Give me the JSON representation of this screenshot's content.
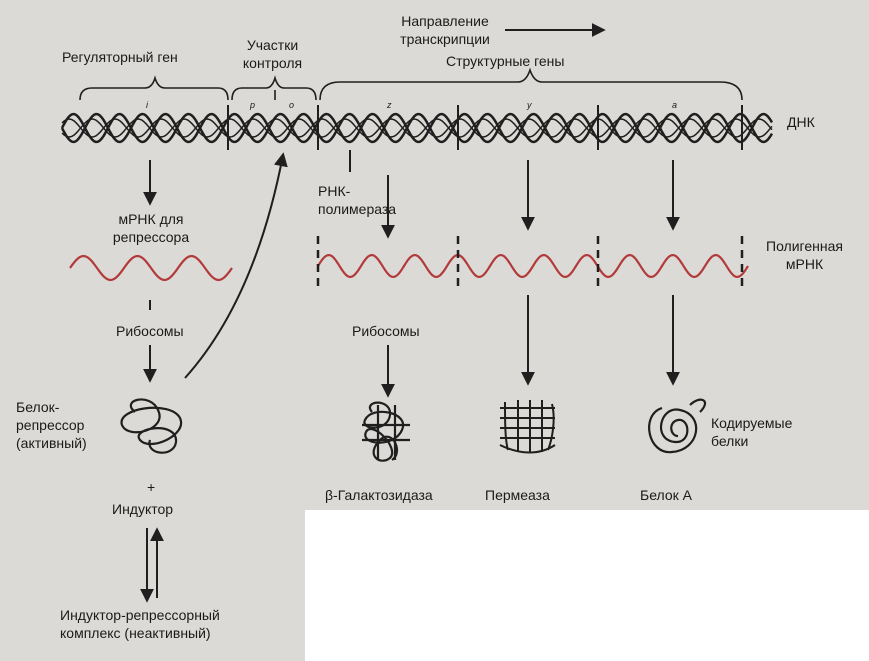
{
  "colors": {
    "background": "#dcdad6",
    "lower_area": "#ffffff",
    "line": "#1f1f1f",
    "mrna": "#b23a3a"
  },
  "labels": {
    "direction": "Направление транскрипции",
    "regulatory_gene": "Регуляторный ген",
    "control_sites": "Участки контроля",
    "structural_genes": "Структурные гены",
    "dna": "ДНК",
    "mrna_repressor": "мРНК для репрессора",
    "rna_polymerase": "РНК-полимераза",
    "polygenic_mrna": "Полигенная мРНК",
    "ribosomes_left": "Рибосомы",
    "ribosomes_mid": "Рибосомы",
    "repressor": "Белок-репрессор (активный)",
    "encoded_proteins": "Кодируемые белки",
    "beta_gal": "β-Галактозидаза",
    "permease": "Пермеаза",
    "protein_a": "Белок А",
    "plus": "+",
    "inducer": "Индуктор",
    "complex": "Индуктор-репрессорный комплекс (неактивный)"
  },
  "gene_letters": {
    "i": "i",
    "p": "p",
    "o": "o",
    "z": "z",
    "y": "y",
    "a": "a"
  },
  "label_lines": {
    "direction": [
      "Направление",
      "транскрипции"
    ],
    "control_sites": [
      "Участки",
      "контроля"
    ],
    "mrna_repressor": [
      "мРНК для",
      "репрессора"
    ],
    "rna_polymerase": [
      "РНК-",
      "полимераза"
    ],
    "polygenic_mrna": [
      "Полигенная",
      "мРНК"
    ],
    "repressor": [
      "Белок-",
      "репрессор",
      "(активный)"
    ],
    "encoded_proteins": [
      "Кодируемые",
      "белки"
    ],
    "complex": [
      "Индуктор-репрессорный",
      "комплекс (неактивный)"
    ]
  }
}
